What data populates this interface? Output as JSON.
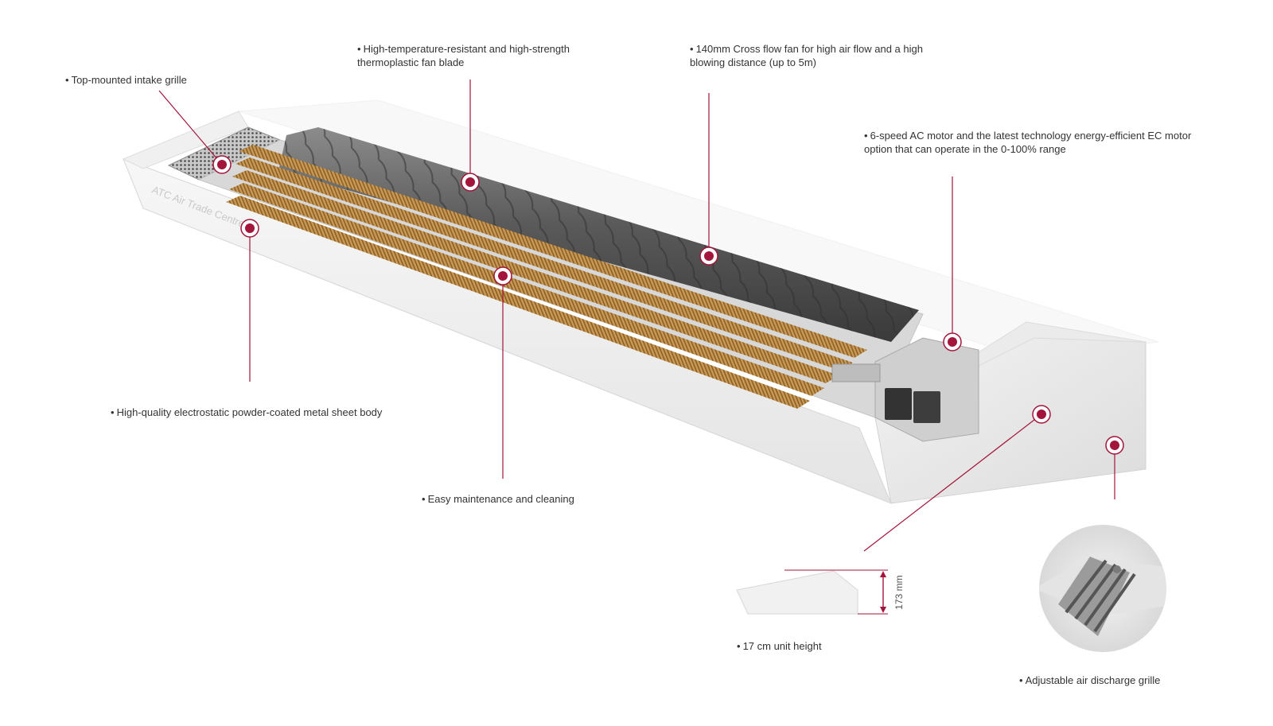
{
  "accent_color": "#a3153a",
  "product": {
    "brand_text": "ATC Air Trade Centre"
  },
  "callouts": [
    {
      "id": "intake-grille",
      "bullet": "•",
      "lines": [
        "Top-mounted intake grille"
      ]
    },
    {
      "id": "fan-blade",
      "bullet": "•",
      "lines": [
        "High-temperature-resistant and high-strength",
        "thermoplastic fan blade"
      ]
    },
    {
      "id": "cross-flow-fan",
      "bullet": "•",
      "lines": [
        "140mm Cross flow fan for high air flow and a high",
        "blowing distance (up to 5m)"
      ]
    },
    {
      "id": "motor",
      "bullet": "•",
      "lines": [
        "6-speed AC motor and the latest technology energy-efficient EC motor",
        "option that can operate in the 0-100% range"
      ]
    },
    {
      "id": "body",
      "bullet": "•",
      "lines": [
        "High-quality electrostatic powder-coated metal sheet body"
      ]
    },
    {
      "id": "maintenance",
      "bullet": "•",
      "lines": [
        "Easy maintenance and cleaning"
      ]
    },
    {
      "id": "unit-height",
      "bullet": "•",
      "lines": [
        "17 cm unit height"
      ]
    },
    {
      "id": "discharge-grille",
      "bullet": "•",
      "lines": [
        "Adjustable air discharge grille"
      ]
    }
  ],
  "dimension": {
    "label": "173 mm"
  }
}
